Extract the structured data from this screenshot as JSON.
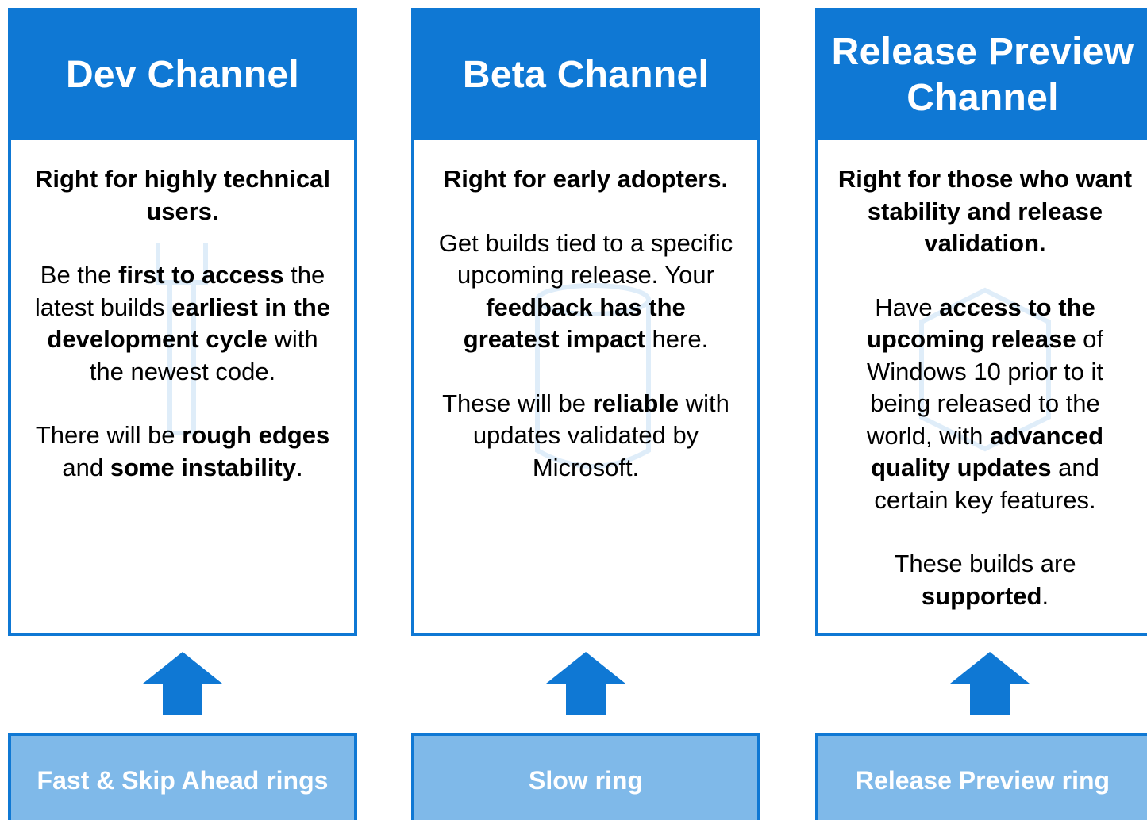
{
  "channels": [
    {
      "title": "Dev Channel",
      "lead": "Right for highly technical users.",
      "paragraphs": [
        [
          {
            "t": "Be the ",
            "b": false
          },
          {
            "t": "first to access",
            "b": true
          },
          {
            "t": " the latest builds ",
            "b": false
          },
          {
            "t": "earliest in the development cycle",
            "b": true
          },
          {
            "t": " with the newest code.",
            "b": false
          }
        ],
        [
          {
            "t": "There will be ",
            "b": false
          },
          {
            "t": "rough edges",
            "b": true
          },
          {
            "t": " and ",
            "b": false
          },
          {
            "t": "some instability",
            "b": true
          },
          {
            "t": ".",
            "b": false
          }
        ]
      ],
      "ring": "Fast & Skip Ahead rings",
      "watermark_icon": "wrench-icon"
    },
    {
      "title": "Beta Channel",
      "lead": "Right for early adopters.",
      "paragraphs": [
        [
          {
            "t": "Get builds tied to a specific upcoming release. Your ",
            "b": false
          },
          {
            "t": "feedback has the greatest impact",
            "b": true
          },
          {
            "t": " here.",
            "b": false
          }
        ],
        [
          {
            "t": "These will be ",
            "b": false
          },
          {
            "t": "reliable",
            "b": true
          },
          {
            "t": " with updates validated by Microsoft.",
            "b": false
          }
        ]
      ],
      "ring": "Slow ring",
      "watermark_icon": "beaker-icon"
    },
    {
      "title": "Release Preview Channel",
      "lead": "Right for those who want stability and release validation.",
      "paragraphs": [
        [
          {
            "t": "Have ",
            "b": false
          },
          {
            "t": "access to the upcoming release",
            "b": true
          },
          {
            "t": " of Windows 10 prior to it being released to the world, with ",
            "b": false
          },
          {
            "t": "advanced quality updates",
            "b": true
          },
          {
            "t": " and certain key features.",
            "b": false
          }
        ],
        [
          {
            "t": "These builds are ",
            "b": false
          },
          {
            "t": "supported",
            "b": true
          },
          {
            "t": ".",
            "b": false
          }
        ]
      ],
      "ring": "Release Preview ring",
      "watermark_icon": "box-icon"
    }
  ],
  "colors": {
    "accent": "#0f78d4",
    "ring_fill": "#7fb9e9",
    "text": "#000000",
    "header_text": "#ffffff"
  }
}
